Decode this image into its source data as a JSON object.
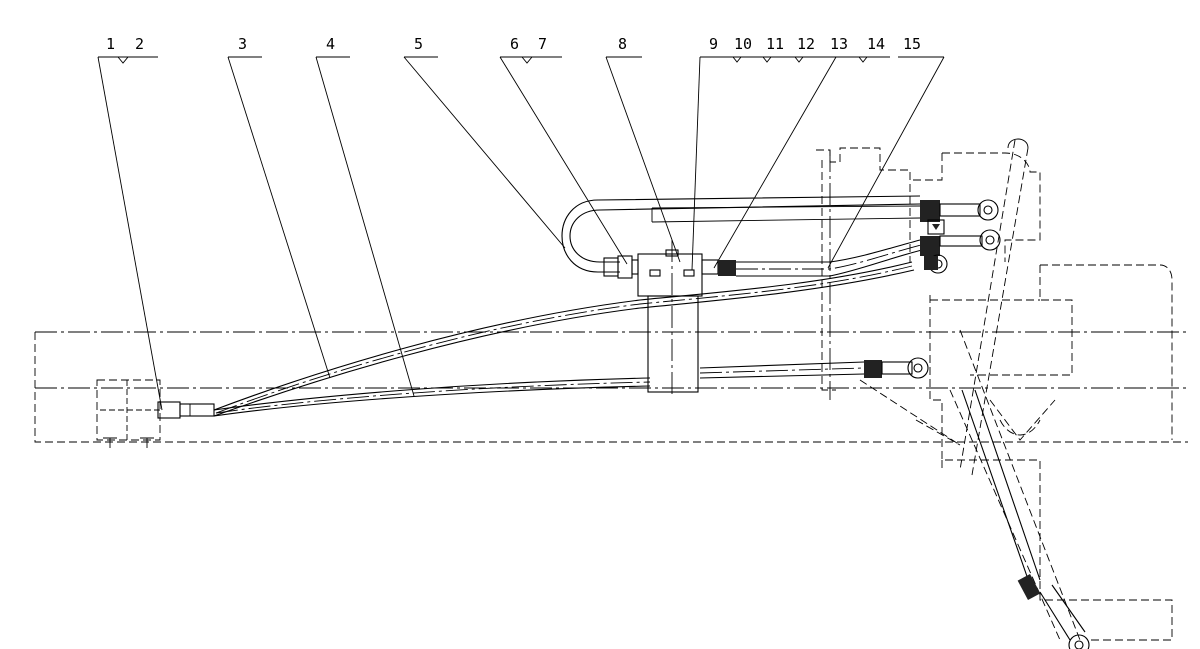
{
  "callouts": [
    {
      "id": "c1",
      "text": "1"
    },
    {
      "id": "c2",
      "text": "2"
    },
    {
      "id": "c3",
      "text": "3"
    },
    {
      "id": "c4",
      "text": "4"
    },
    {
      "id": "c5",
      "text": "5"
    },
    {
      "id": "c6",
      "text": "6"
    },
    {
      "id": "c7",
      "text": "7"
    },
    {
      "id": "c8",
      "text": "8"
    },
    {
      "id": "c9",
      "text": "9"
    },
    {
      "id": "c10",
      "text": "10"
    },
    {
      "id": "c11",
      "text": "11"
    },
    {
      "id": "c12",
      "text": "12"
    },
    {
      "id": "c13",
      "text": "13"
    },
    {
      "id": "c14",
      "text": "14"
    },
    {
      "id": "c15",
      "text": "15"
    }
  ],
  "colors": {
    "ink": "#000000",
    "paper": "#ffffff"
  }
}
